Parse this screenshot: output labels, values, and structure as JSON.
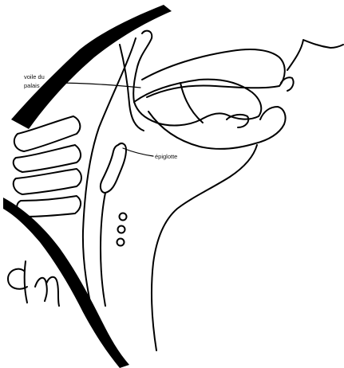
{
  "diagram": {
    "labels": {
      "velum": [
        "voile du",
        "palais"
      ],
      "epiglottis": "épiglotte"
    },
    "signature": "initials"
  }
}
